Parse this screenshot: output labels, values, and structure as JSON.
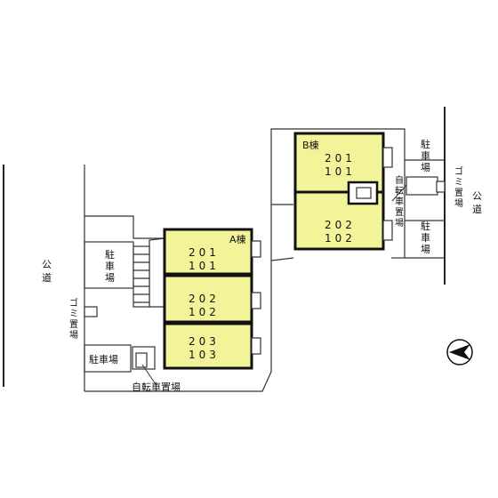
{
  "building_a": {
    "label": "A棟",
    "units": [
      {
        "upper": "201",
        "lower": "101"
      },
      {
        "upper": "202",
        "lower": "102"
      },
      {
        "upper": "203",
        "lower": "103"
      }
    ]
  },
  "building_b": {
    "label": "B棟",
    "units": [
      {
        "upper": "201",
        "lower": "101"
      },
      {
        "upper": "202",
        "lower": "102"
      }
    ]
  },
  "labels": {
    "public_road": "公道",
    "parking": "駐車場",
    "garbage": "ゴミ置場",
    "bicycle": "自転車置場"
  },
  "colors": {
    "unit_fill": "#f3f39a",
    "line": "#333333"
  },
  "icons": {
    "compass": "north-arrow-icon"
  }
}
